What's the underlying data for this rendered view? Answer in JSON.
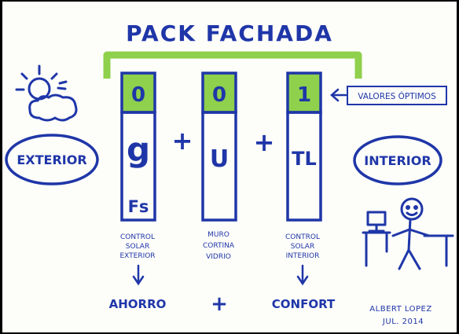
{
  "title": "PACK FACHADA",
  "exterior_label": "EXTERIOR",
  "interior_label": "INTERIOR",
  "columns": [
    {
      "value": "0",
      "symbol": "g",
      "subsymbol": "Fs",
      "caption": [
        "CONTROL",
        "SOLAR",
        "EXTERIOR"
      ]
    },
    {
      "value": "0",
      "symbol": "U",
      "subsymbol": "",
      "caption": [
        "MURO",
        "CORTINA",
        "VIDRIO"
      ]
    },
    {
      "value": "1",
      "symbol": "TL",
      "subsymbol": "",
      "caption": [
        "CONTROL",
        "SOLAR",
        "INTERIOR"
      ]
    }
  ],
  "operators": [
    "+",
    "+"
  ],
  "callout": "VALORES ÓPTIMOS",
  "results": {
    "left": "AHORRO",
    "operator": "+",
    "right": "CONFORT"
  },
  "signature": {
    "name": "ALBERT LOPEZ",
    "date": "JUL. 2014"
  },
  "colors": {
    "ink": "#1f36a8",
    "green": "#8fd04c",
    "paper": "#fdfdfa",
    "black": "#000000"
  }
}
